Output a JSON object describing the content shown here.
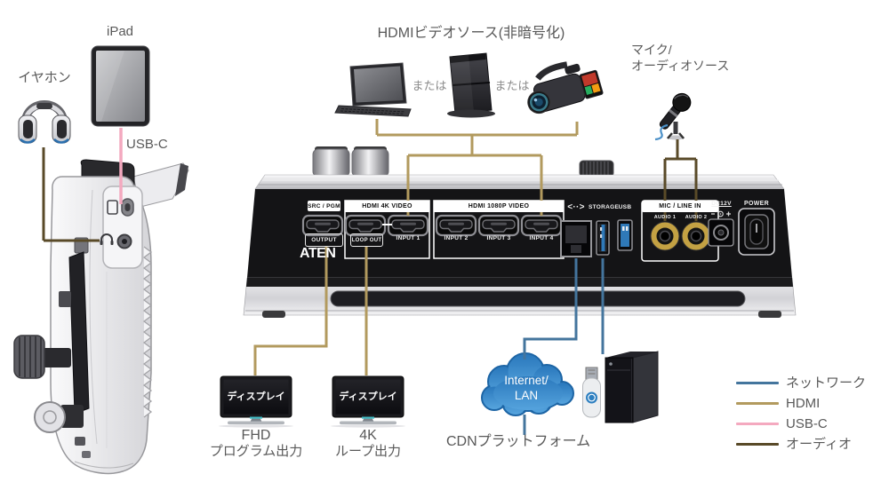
{
  "palette": {
    "network_line": "#44759d",
    "hdmi_line": "#b29a5e",
    "usbc_line": "#f4a9bf",
    "audio_line": "#594a28",
    "label_gray": "#595959",
    "jack_gold": "#c3a143",
    "usb_blue": "#2f79b8",
    "cloud_blue": "#3488cc"
  },
  "top": {
    "ipad_label": "iPad",
    "earphone_label": "イヤホン",
    "usbc_label": "USB-C",
    "hdmi_sources_title": "HDMIビデオソース(非暗号化)",
    "or_1": "または",
    "or_2": "または",
    "mic_label_line1": "マイク/",
    "mic_label_line2": "オーディオソース"
  },
  "device_panel": {
    "brand": "ATEN",
    "src_pgm": "SRC / PGM",
    "output": "OUTPUT",
    "hdmi_4k": "HDMI 4K VIDEO",
    "loop_out": "LOOP OUT",
    "input1": "INPUT 1",
    "hdmi_1080p": "HDMI 1080P VIDEO",
    "input2": "INPUT 2",
    "input3": "INPUT 3",
    "input4": "INPUT 4",
    "ethernet_symbol": "<··>",
    "storage": "STORAGE",
    "usb": "USB",
    "mic_line_in": "MIC / LINE IN",
    "audio1": "AUDIO 1",
    "audio2": "AUDIO 2",
    "dc12v": "DC12V",
    "power": "POWER"
  },
  "bottom": {
    "display1_label": "ディスプレイ",
    "display2_label": "ディスプレイ",
    "fhd_line1": "FHD",
    "fhd_line2": "プログラム出力",
    "uhd_line1": "4K",
    "uhd_line2": "ループ出力",
    "cloud_line1": "Internet/",
    "cloud_line2": "LAN",
    "cdn_label": "CDNプラットフォーム"
  },
  "legend": {
    "items": [
      {
        "label": "ネットワーク",
        "color": "#44759d"
      },
      {
        "label": "HDMI",
        "color": "#b29a5e"
      },
      {
        "label": "USB-C",
        "color": "#f4a9bf"
      },
      {
        "label": "オーディオ",
        "color": "#594a28"
      }
    ]
  }
}
